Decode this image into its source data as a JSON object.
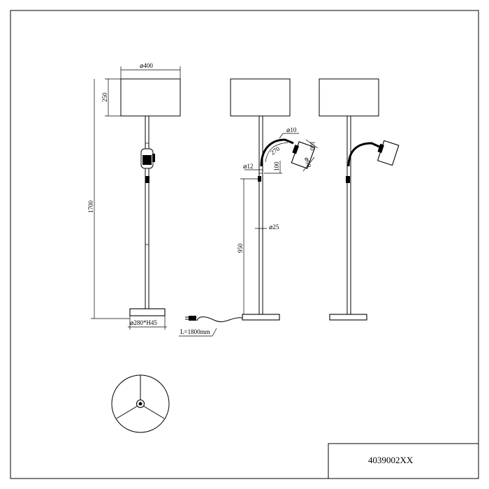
{
  "drawing": {
    "product_code": "4039002XX",
    "dims": {
      "shade_diameter": "⌀400",
      "shade_height": "250",
      "total_height": "1700",
      "base_size": "⌀280*H45",
      "spot_diameter_small": "⌀10",
      "arm_angle": "270",
      "spot_length": "100",
      "spot_diameter": "⌀90",
      "arm_diameter": "⌀12",
      "arm_offset": "100",
      "pole_diameter": "⌀25",
      "switch_height": "950",
      "cable_length": "L=1800mm"
    }
  }
}
